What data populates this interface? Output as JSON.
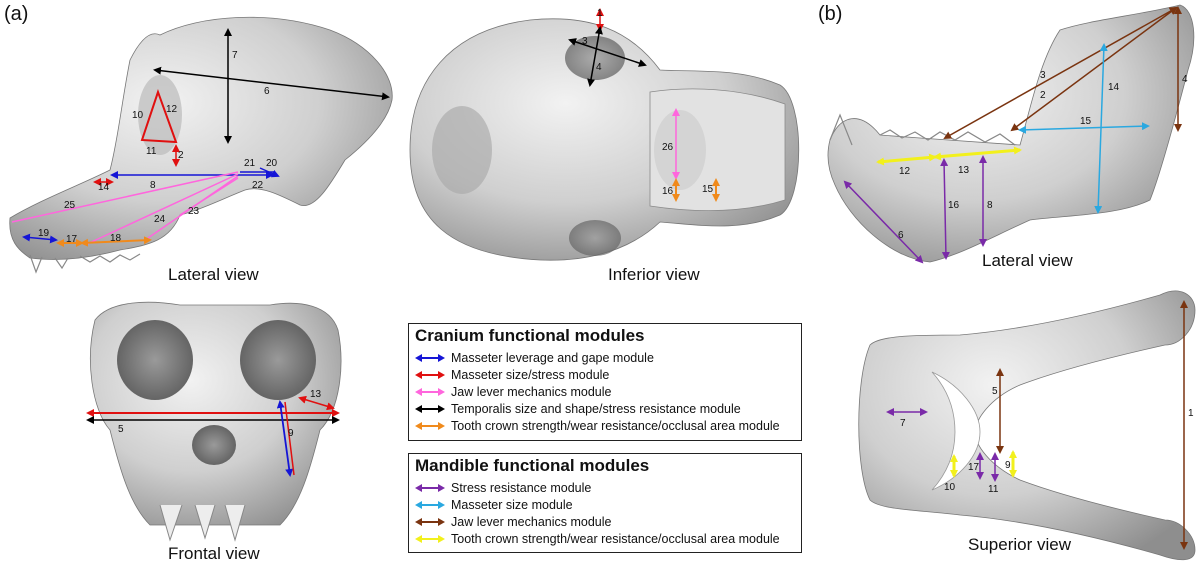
{
  "panels": {
    "a": "(a)",
    "b": "(b)"
  },
  "views": {
    "cranium_lateral": "Lateral view",
    "cranium_inferior": "Inferior view",
    "cranium_frontal": "Frontal view",
    "mandible_lateral": "Lateral view",
    "mandible_superior": "Superior view"
  },
  "legend_cranium": {
    "title": "Cranium functional modules",
    "items": [
      {
        "label": "Masseter leverage and gape module",
        "color": "#1515d6"
      },
      {
        "label": "Masseter size/stress module",
        "color": "#e01010"
      },
      {
        "label": "Jaw lever mechanics module",
        "color": "#ff66dd"
      },
      {
        "label": "Temporalis size and shape/stress resistance module",
        "color": "#000000"
      },
      {
        "label": "Tooth crown strength/wear resistance/occlusal area module",
        "color": "#f08a1c"
      }
    ]
  },
  "legend_mandible": {
    "title": "Mandible functional modules",
    "items": [
      {
        "label": "Stress resistance module",
        "color": "#7a2aa8"
      },
      {
        "label": "Masseter size module",
        "color": "#2aa8e0"
      },
      {
        "label": "Jaw lever mechanics module",
        "color": "#7a3410"
      },
      {
        "label": "Tooth crown strength/wear resistance/occlusal area module",
        "color": "#f2f01c"
      }
    ]
  },
  "measurement_numbers": {
    "m1": "1",
    "m2": "2",
    "m3": "3",
    "m4": "4",
    "m5": "5",
    "m6": "6",
    "m7": "7",
    "m8": "8",
    "m9": "9",
    "m10": "10",
    "m11": "11",
    "m12": "12",
    "m13": "13",
    "m14": "14",
    "m15": "15",
    "m16": "16",
    "m17": "17",
    "m18": "18",
    "m19": "19",
    "m20": "20",
    "m21": "21",
    "m22": "22",
    "m23": "23",
    "m24": "24",
    "m25": "25",
    "m26": "26"
  },
  "colors": {
    "blue": "#1515d6",
    "red": "#e01010",
    "pink": "#ff66dd",
    "black": "#000000",
    "orange": "#f08a1c",
    "purple": "#7a2aa8",
    "cyan": "#2aa8e0",
    "brown": "#7a3410",
    "yellow": "#f2f01c",
    "bone": "#d8d8d8"
  }
}
